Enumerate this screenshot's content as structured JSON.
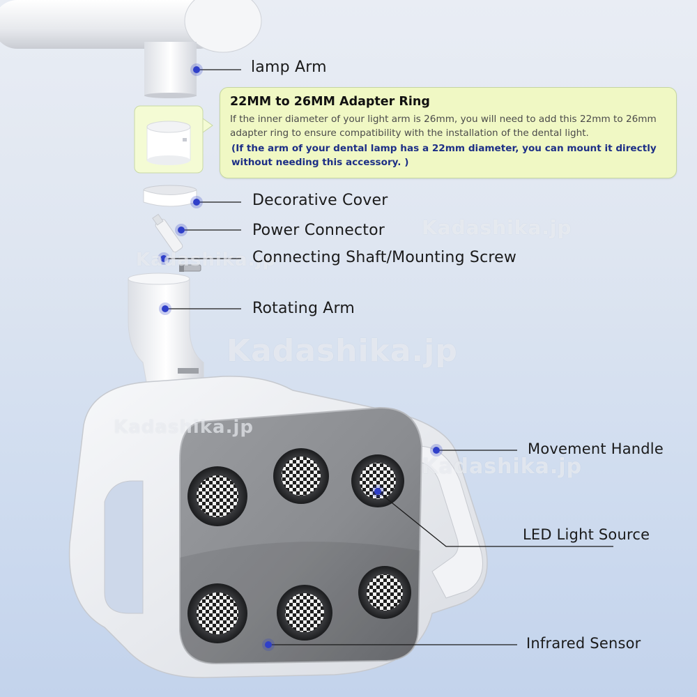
{
  "diagram": {
    "labels": {
      "lamp_arm": "lamp Arm",
      "decorative_cover": "Decorative Cover",
      "power_connector": "Power Connector",
      "connecting_shaft": "Connecting Shaft/Mounting Screw",
      "rotating_arm": "Rotating Arm",
      "movement_handle": "Movement Handle",
      "led_light_source": "LED Light Source",
      "infrared_sensor": "Infrared Sensor"
    },
    "adapter_callout": {
      "title": "22MM to 26MM Adapter Ring",
      "body": "If the inner diameter of your light arm is 26mm, you will need to add  this 22mm to 26mm adapter ring to ensure compatibility with the installation of the dental light.",
      "note": "(If the arm of your dental lamp has a 22mm diameter, you can mount it directly without needing this accessory. )"
    },
    "watermark": "Kadashika.jp",
    "colors": {
      "marker": "#2f3fc9",
      "callout_bg": "#f0f8c4",
      "note_text": "#1d2f86"
    }
  }
}
